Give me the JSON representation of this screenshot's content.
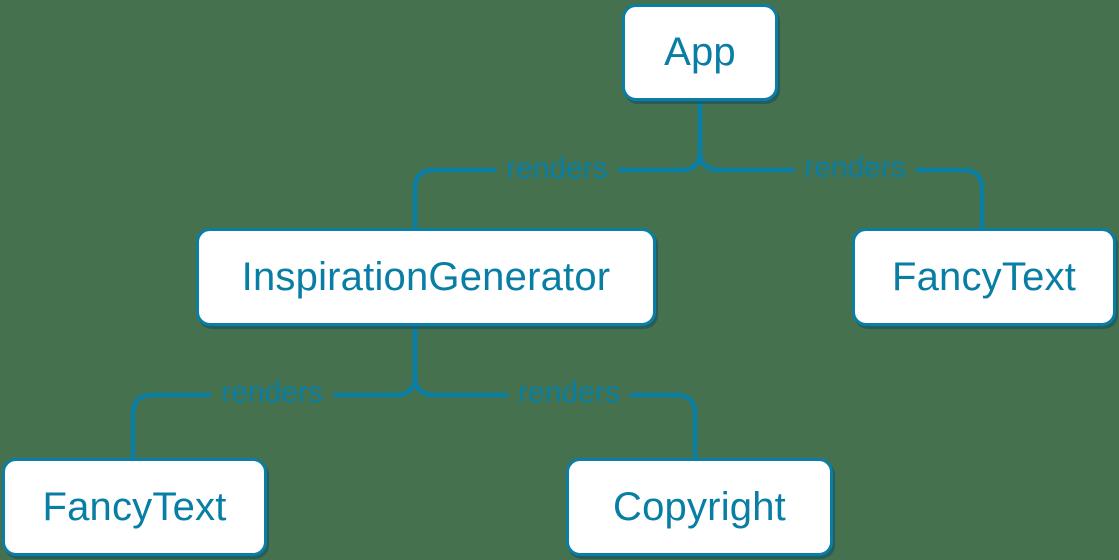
{
  "diagram": {
    "type": "component-tree",
    "nodes": [
      {
        "id": "app",
        "label": "App"
      },
      {
        "id": "inspiration-generator",
        "label": "InspirationGenerator"
      },
      {
        "id": "fancy-text-right",
        "label": "FancyText"
      },
      {
        "id": "fancy-text-left",
        "label": "FancyText"
      },
      {
        "id": "copyright",
        "label": "Copyright"
      }
    ],
    "edges": [
      {
        "from": "App",
        "to": "InspirationGenerator",
        "label": "renders"
      },
      {
        "from": "App",
        "to": "FancyText",
        "label": "renders"
      },
      {
        "from": "InspirationGenerator",
        "to": "FancyText",
        "label": "renders"
      },
      {
        "from": "InspirationGenerator",
        "to": "Copyright",
        "label": "renders"
      }
    ],
    "colors": {
      "background": "#45714E",
      "accent": "#0B7EA6",
      "node_text": "#087EA4",
      "node_fill": "#FFFFFF",
      "node_shadow": "#094C68"
    }
  }
}
